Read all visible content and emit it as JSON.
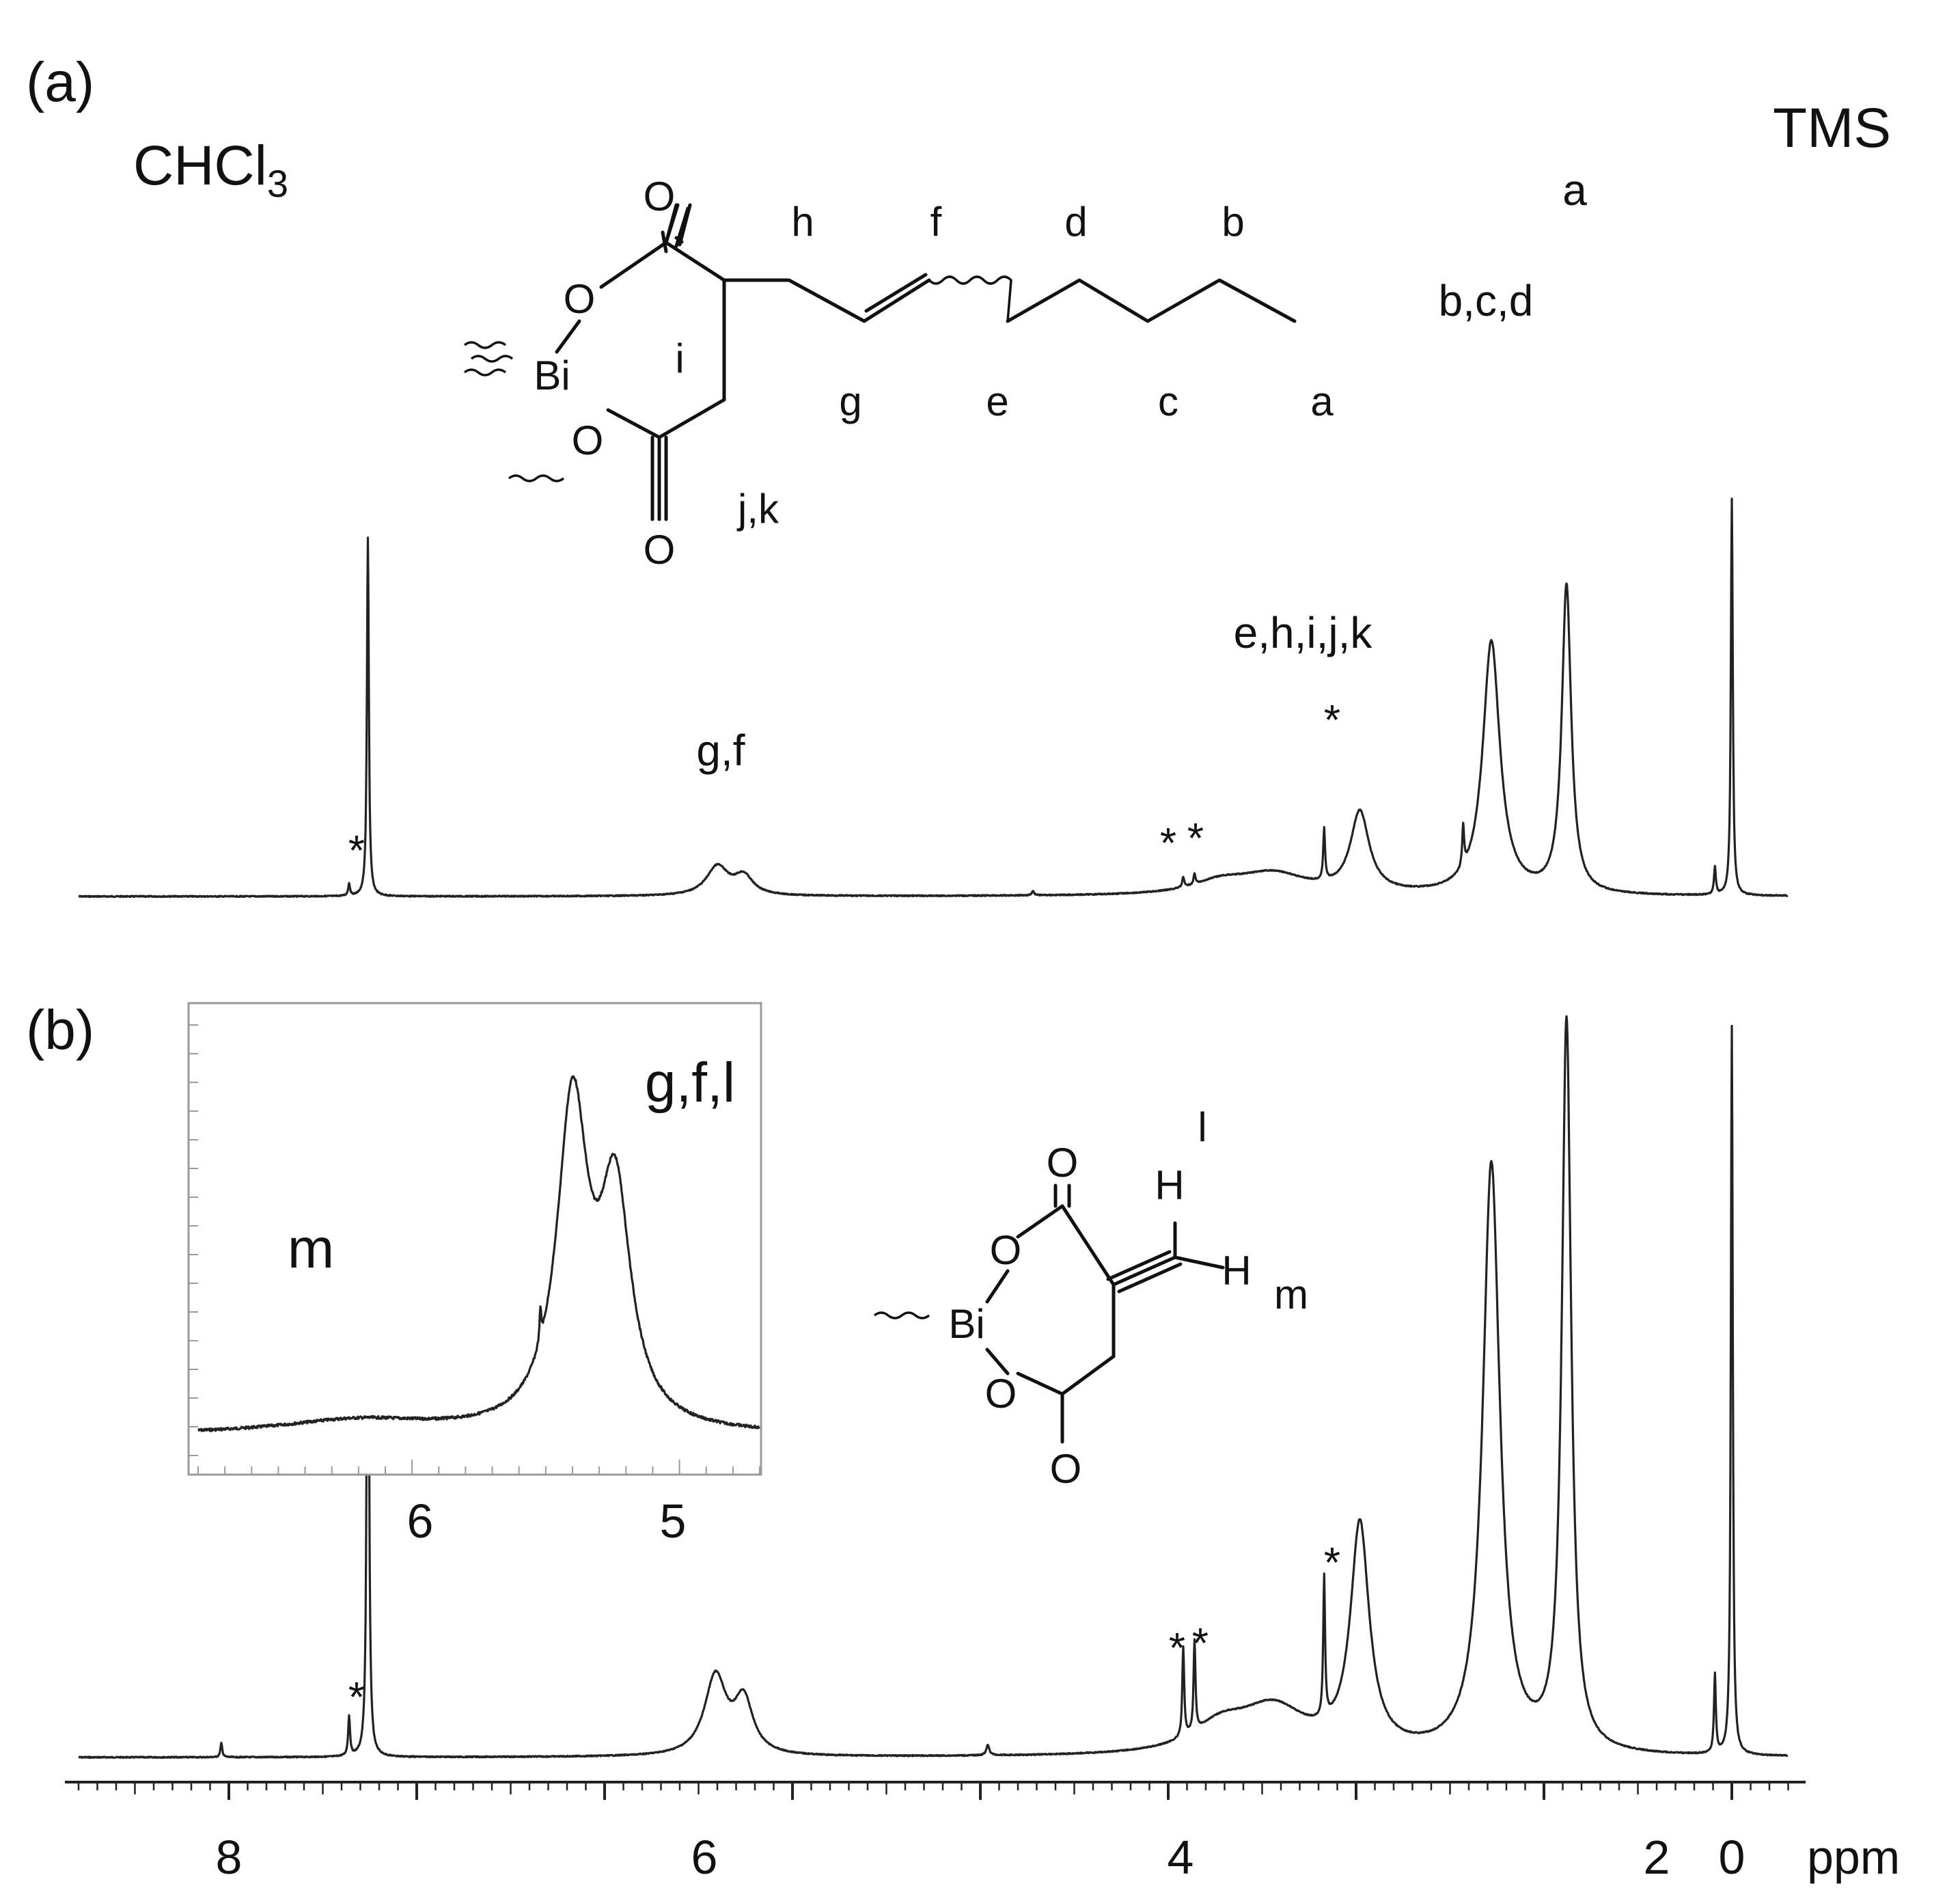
{
  "chart_data": [
    {
      "panel": "(a)",
      "type": "line",
      "x_unit": "ppm",
      "xlim": [
        9.0,
        -0.3
      ],
      "x_reversed": true,
      "solvent_label": "CHCl3",
      "reference_label": "TMS",
      "peaks": [
        {
          "x": 7.26,
          "height": 1.05,
          "width": 0.006,
          "label": "CHCl3"
        },
        {
          "x": 7.36,
          "height": 0.035,
          "width": 0.006,
          "label": "*"
        },
        {
          "x": 5.4,
          "height": 0.085,
          "width": 0.07,
          "label": "g,f"
        },
        {
          "x": 5.26,
          "height": 0.055,
          "width": 0.06
        },
        {
          "x": 3.72,
          "height": 0.012,
          "width": 0.008
        },
        {
          "x": 2.92,
          "height": 0.03,
          "width": 0.006,
          "label": "*"
        },
        {
          "x": 2.86,
          "height": 0.03,
          "width": 0.006,
          "label": "*"
        },
        {
          "x": 2.44,
          "height": 0.06,
          "width": 0.22
        },
        {
          "x": 2.72,
          "height": 0.035,
          "width": 0.18
        },
        {
          "x": 2.17,
          "height": 0.15,
          "width": 0.006,
          "label": "*"
        },
        {
          "x": 1.98,
          "height": 0.235,
          "width": 0.06,
          "label": "e,h,i,j,k"
        },
        {
          "x": 1.43,
          "height": 0.12,
          "width": 0.006
        },
        {
          "x": 1.28,
          "height": 0.74,
          "width": 0.055,
          "label": "b,c,d"
        },
        {
          "x": 0.88,
          "height": 0.9,
          "width": 0.03,
          "label": "a"
        },
        {
          "x": 0.09,
          "height": 0.08,
          "width": 0.006
        },
        {
          "x": 0.0,
          "height": 1.16,
          "width": 0.006,
          "label": "TMS"
        }
      ],
      "peak_labels": [
        "g,f",
        "e,h,i,j,k",
        "b,c,d",
        "a",
        "*",
        "*",
        "*",
        "*"
      ],
      "structure_labels": [
        "h",
        "f",
        "d",
        "b",
        "i",
        "g",
        "e",
        "c",
        "a",
        "j,k"
      ],
      "structure_atoms": [
        "O",
        "O",
        "Bi",
        "O",
        "O"
      ]
    },
    {
      "panel": "(b)",
      "type": "line",
      "x_unit": "ppm",
      "xlim": [
        9.0,
        -0.3
      ],
      "x_reversed": true,
      "peaks": [
        {
          "x": 8.04,
          "height": 0.025,
          "width": 0.006
        },
        {
          "x": 7.26,
          "height": 1.3,
          "width": 0.006
        },
        {
          "x": 7.36,
          "height": 0.07,
          "width": 0.006,
          "label": "*"
        },
        {
          "x": 5.41,
          "height": 0.14,
          "width": 0.07
        },
        {
          "x": 5.26,
          "height": 0.095,
          "width": 0.06
        },
        {
          "x": 3.96,
          "height": 0.018,
          "width": 0.01
        },
        {
          "x": 2.92,
          "height": 0.16,
          "width": 0.006,
          "label": "*"
        },
        {
          "x": 2.86,
          "height": 0.16,
          "width": 0.006,
          "label": "*"
        },
        {
          "x": 2.44,
          "height": 0.08,
          "width": 0.22
        },
        {
          "x": 2.72,
          "height": 0.045,
          "width": 0.18
        },
        {
          "x": 2.17,
          "height": 0.25,
          "width": 0.006,
          "label": "*"
        },
        {
          "x": 1.98,
          "height": 0.4,
          "width": 0.06
        },
        {
          "x": 1.28,
          "height": 1.05,
          "width": 0.055
        },
        {
          "x": 0.88,
          "height": 1.3,
          "width": 0.03
        },
        {
          "x": 0.09,
          "height": 0.14,
          "width": 0.006
        },
        {
          "x": 0.0,
          "height": 1.3,
          "width": 0.006
        }
      ],
      "structure_labels": [
        "l",
        "m"
      ],
      "structure_atoms": [
        "O",
        "H",
        "O",
        "H",
        "Bi",
        "O",
        "O"
      ]
    },
    {
      "panel": "(b) inset",
      "type": "line",
      "x_unit": "ppm",
      "xlim": [
        6.8,
        4.7
      ],
      "x_reversed": true,
      "xticks": [
        "6",
        "5"
      ],
      "peak_labels": [
        "g,f,l",
        "m"
      ],
      "peaks": [
        {
          "x": 6.2,
          "height": 0.035,
          "width": 0.35
        },
        {
          "x": 5.52,
          "height": 0.08,
          "width": 0.004
        },
        {
          "x": 5.4,
          "height": 0.82,
          "width": 0.07
        },
        {
          "x": 5.24,
          "height": 0.58,
          "width": 0.07
        }
      ]
    }
  ],
  "x_axis": {
    "ticks": [
      "8",
      "6",
      "4",
      "2",
      "0"
    ],
    "unit": "ppm"
  }
}
